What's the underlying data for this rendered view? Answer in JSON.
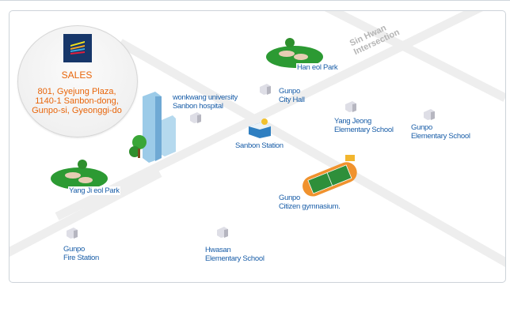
{
  "office": {
    "title": "SALES",
    "address_lines": [
      "801, Gyejung Plaza,",
      "1140-1 Sanbon-dong,",
      "Gunpo-si, Gyeonggi-do"
    ]
  },
  "intersection": {
    "lines": [
      "Sin Hwan",
      "Intersection"
    ]
  },
  "landmarks": {
    "hospital": [
      "wonkwang university",
      "Sanbon hospital"
    ],
    "han_park": "Han eol Park",
    "city_hall": [
      "Gunpo",
      "City Hall"
    ],
    "station": "Sanbon Station",
    "yang_jeong": [
      "Yang Jeong",
      "Elementary School"
    ],
    "gunpo_school": [
      "Gunpo",
      "Elementary School"
    ],
    "yang_park": "Yang Ji eol Park",
    "gymnasium": [
      "Gunpo",
      "Citizen gymnasium."
    ],
    "fire_station": [
      "Gunpo",
      "Fire Station"
    ],
    "hwasan": [
      "Hwasan",
      "Elementary School"
    ]
  },
  "colors": {
    "label": "#1a5ea8",
    "office": "#e8650a",
    "road": "#ededed"
  }
}
